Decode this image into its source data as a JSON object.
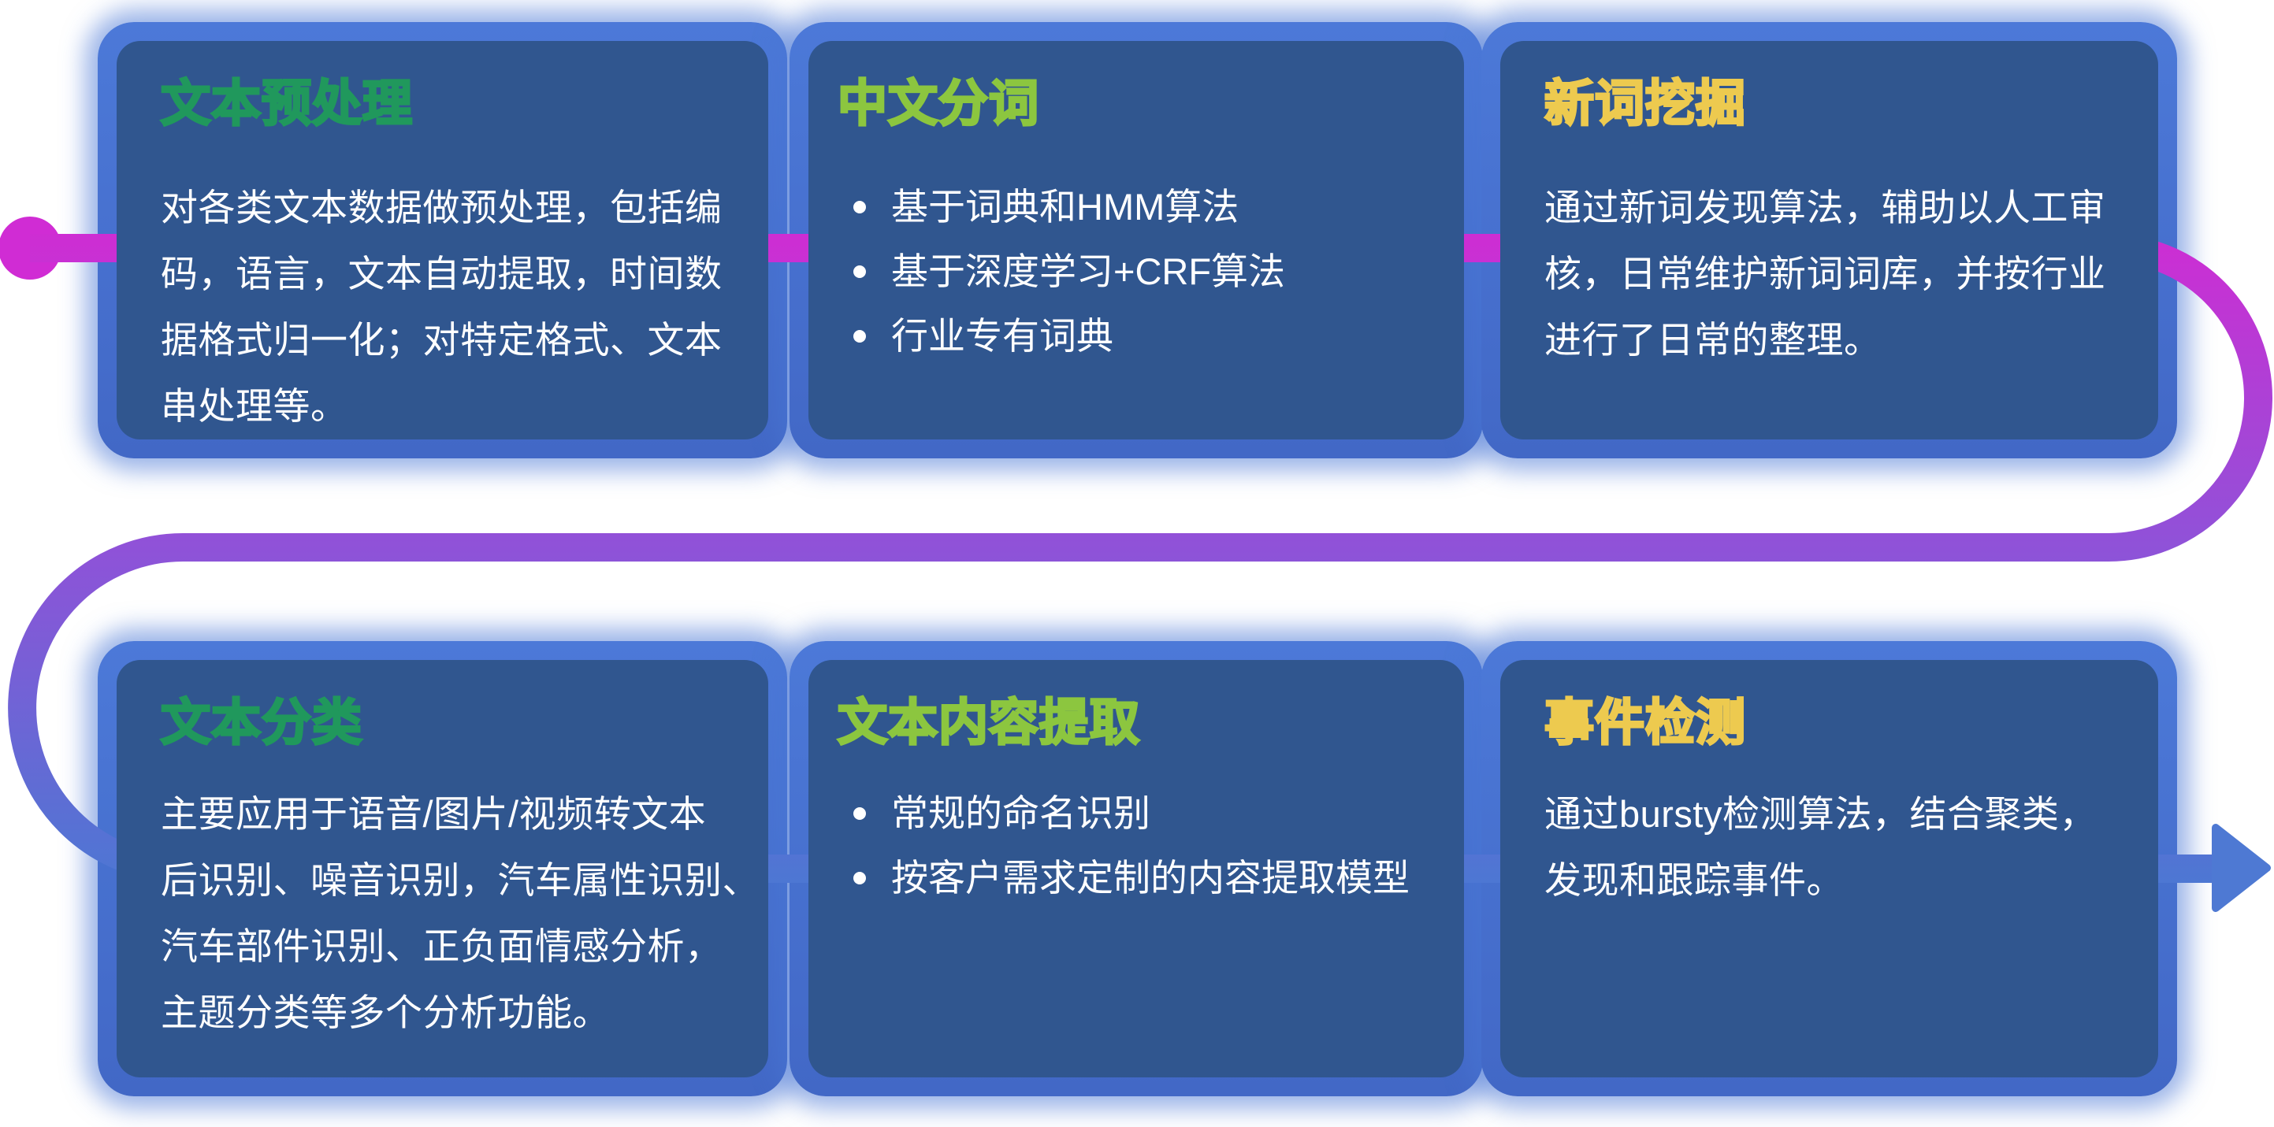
{
  "flow": {
    "start_dot_color": "#d02cd4",
    "gradient_stops": [
      "#ce2dd3",
      "#9151d8",
      "#4d77d3"
    ],
    "arrow_color": "#4e79d3"
  },
  "cards": [
    {
      "title": "文本预处理",
      "title_color": "#20985c",
      "body": "对各类文本数据做预处理，包括编\n码，语言，文本自动提取，时间数\n据格式归一化；对特定格式、文本\n串处理等。"
    },
    {
      "title": "中文分词",
      "title_color": "#8cc63f",
      "bullets": [
        "基于词典和HMM算法",
        "基于深度学习+CRF算法",
        "行业专有词典"
      ]
    },
    {
      "title": "新词挖掘",
      "title_color": "#edca4f",
      "body": "通过新词发现算法，辅助以人工审\n核，日常维护新词词库，并按行业\n进行了日常的整理。"
    },
    {
      "title": "文本分类",
      "title_color": "#20985c",
      "body": "主要应用于语音/图片/视频转文本\n后识别、噪音识别，汽车属性识别、\n汽车部件识别、正负面情感分析，\n主题分类等多个分析功能。"
    },
    {
      "title": "文本内容提取",
      "title_color": "#8cc63f",
      "bullets": [
        "常规的命名识别",
        "按客户需求定制的内容提取模型"
      ]
    },
    {
      "title": "事件检测",
      "title_color": "#edca4f",
      "body": "通过bursty检测算法，结合聚类，\n发现和跟踪事件。"
    }
  ]
}
